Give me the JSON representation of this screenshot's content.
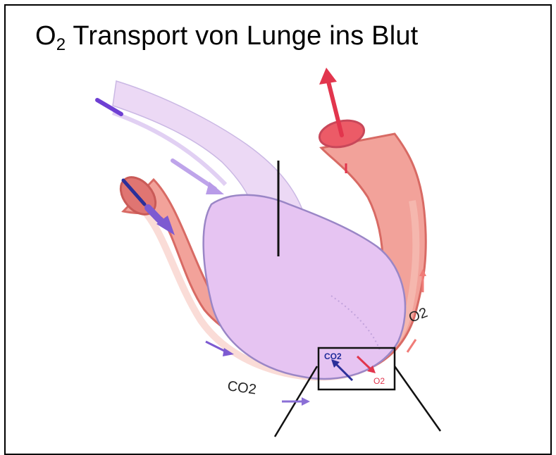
{
  "slide": {
    "title_main": "O",
    "title_sub": "2",
    "title_rest": " Transport von Lunge ins Blut"
  },
  "diagram": {
    "labels": {
      "co2_vessel": "CO2",
      "o2_vessel": "O2",
      "co2_box": "CO2",
      "o2_box": "O2"
    }
  },
  "colors": {
    "vessel_fill": "#f2a29a",
    "vessel_stroke": "#d86a64",
    "alveolus_fill": "#e6c4f2",
    "alveolus_stroke": "#9a86c6",
    "blue_arrow": "#2b2f9a",
    "violet_arrow": "#7d5ad1",
    "red_arrow": "#e2354d"
  }
}
